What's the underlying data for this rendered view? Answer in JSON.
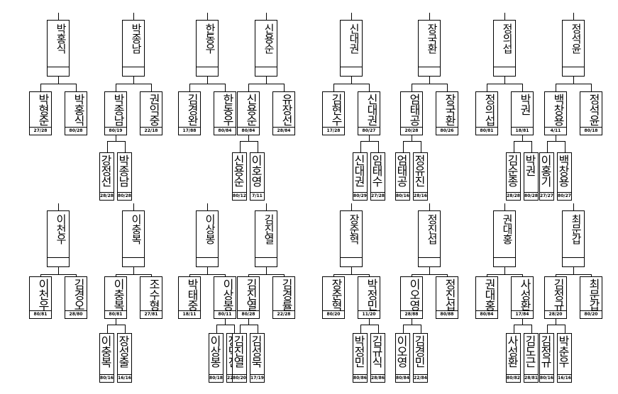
{
  "groups": [
    {
      "champion": "박홍식",
      "finalists": [
        {
          "name": "박형준",
          "score": "27/28"
        },
        {
          "name": "박홍식",
          "score": "80/28"
        }
      ],
      "semis": []
    },
    {
      "champion": "박종남",
      "finalists": [
        {
          "name": "박종남",
          "score": "80/19"
        },
        {
          "name": "권익중",
          "score": "22/18"
        }
      ],
      "semis": [
        {
          "name": "강정선",
          "score": "28/28"
        },
        {
          "name": "박종남",
          "score": "80/28"
        }
      ]
    },
    {
      "champion": "한동우",
      "finalists": [
        {
          "name": "김경완",
          "score": "17/88"
        },
        {
          "name": "한동우",
          "score": "80/84"
        }
      ],
      "semis": []
    },
    {
      "champion": "신용순",
      "finalists": [
        {
          "name": "신용순",
          "score": "80/84"
        },
        {
          "name": "유장선",
          "score": "28/84"
        }
      ],
      "semis": [
        {
          "name": "신용순",
          "score": "80/12"
        },
        {
          "name": "이호영",
          "score": "7/11"
        }
      ]
    },
    {
      "champion": "신대권",
      "finalists": [
        {
          "name": "김현수",
          "score": "17/28"
        },
        {
          "name": "신대권",
          "score": "80/27"
        }
      ],
      "semis": [
        {
          "name": "신대권",
          "score": "80/29"
        },
        {
          "name": "임태수",
          "score": "27/28"
        }
      ]
    },
    {
      "champion": "장국환",
      "finalists": [
        {
          "name": "엄태공",
          "score": "20/28"
        },
        {
          "name": "장국환",
          "score": "80/26"
        }
      ],
      "semis": [
        {
          "name": "엄태공",
          "score": "80/16"
        },
        {
          "name": "정유진",
          "score": "28/16"
        }
      ]
    },
    {
      "champion": "정의섭",
      "finalists": [
        {
          "name": "정의섭",
          "score": "80/81"
        },
        {
          "name": "박권",
          "score": "18/81"
        }
      ],
      "semis": [
        {
          "name": "김순종",
          "score": "28/28"
        },
        {
          "name": "박권",
          "score": "80/28"
        }
      ]
    },
    {
      "champion": "정석윤",
      "finalists": [
        {
          "name": "백창용",
          "score": "4/11"
        },
        {
          "name": "정석윤",
          "score": "80/18"
        }
      ],
      "semis": [
        {
          "name": "이홍기",
          "score": "27/27"
        },
        {
          "name": "백창용",
          "score": "80/27"
        }
      ]
    },
    {
      "champion": "이천우",
      "finalists": [
        {
          "name": "이천우",
          "score": "80/81"
        },
        {
          "name": "김경오",
          "score": "28/80"
        }
      ],
      "semis": []
    },
    {
      "champion": "이충복",
      "finalists": [
        {
          "name": "이충복",
          "score": "80/81"
        },
        {
          "name": "조수형",
          "score": "27/81"
        }
      ],
      "semis": [
        {
          "name": "이충복",
          "score": "80/16"
        },
        {
          "name": "장성출",
          "score": "16/16"
        }
      ]
    },
    {
      "champion": "이상봉",
      "finalists": [
        {
          "name": "박태중",
          "score": "18/11"
        },
        {
          "name": "이상봉",
          "score": "80/11"
        }
      ],
      "semis": [
        {
          "name": "이상봉",
          "score": "80/18"
        },
        {
          "name": "장덕진",
          "score": "22/17"
        }
      ]
    },
    {
      "champion": "김진열",
      "finalists": [
        {
          "name": "김진열",
          "score": "80/28"
        },
        {
          "name": "김경률",
          "score": "22/28"
        }
      ],
      "semis": [
        {
          "name": "김진열",
          "score": "80/20"
        },
        {
          "name": "김성묵",
          "score": "17/19"
        }
      ]
    },
    {
      "champion": "장준혁",
      "finalists": [
        {
          "name": "장준혁",
          "score": "80/20"
        },
        {
          "name": "박정민",
          "score": "11/20"
        }
      ],
      "semis": [
        {
          "name": "박정민",
          "score": "80/86"
        },
        {
          "name": "김규식",
          "score": "28/86"
        }
      ]
    },
    {
      "champion": "정진섭",
      "finalists": [
        {
          "name": "이오영",
          "score": "28/88"
        },
        {
          "name": "정진섭",
          "score": "80/88"
        }
      ],
      "semis": [
        {
          "name": "이오영",
          "score": "80/84"
        },
        {
          "name": "김경민",
          "score": "22/84"
        }
      ]
    },
    {
      "champion": "권대홍",
      "finalists": [
        {
          "name": "권대홍",
          "score": "80/84"
        },
        {
          "name": "사성환",
          "score": "17/84"
        }
      ],
      "semis": [
        {
          "name": "사성환",
          "score": "80/82"
        },
        {
          "name": "김도근",
          "score": "28/81"
        }
      ]
    },
    {
      "champion": "최문갑",
      "finalists": [
        {
          "name": "김정규",
          "score": "28/20"
        },
        {
          "name": "최문갑",
          "score": "80/20"
        }
      ],
      "semis": [
        {
          "name": "김정규",
          "score": "80/16"
        },
        {
          "name": "박춘우",
          "score": "16/16"
        }
      ]
    }
  ]
}
